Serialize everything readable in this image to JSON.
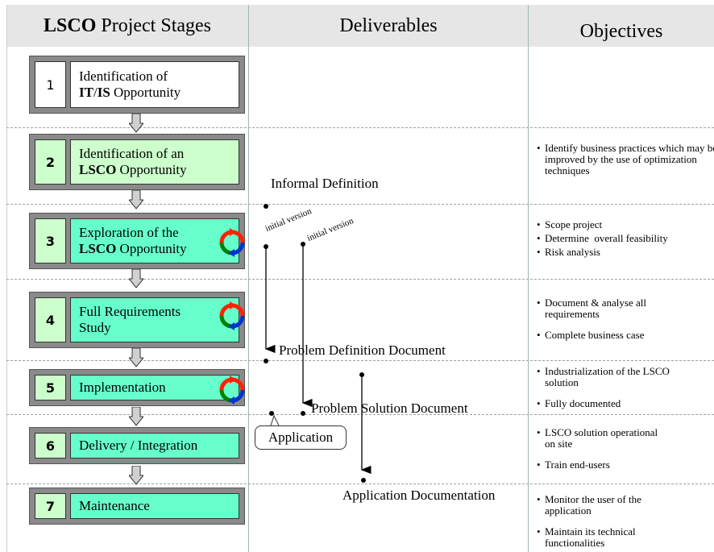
{
  "headers": {
    "stages_bold": "LSCO",
    "stages_rest": " Project Stages",
    "deliverables": "Deliverables",
    "objectives": "Objectives"
  },
  "stages": [
    {
      "number": "1",
      "line1": "Identification of",
      "line2_bold": "IT",
      "line2_sep": "/",
      "line2_bold2": "IS",
      "line2_rest": " Opportunity"
    },
    {
      "number": "2",
      "line1": "Identification of an",
      "line2_bold": "LSCO",
      "line2_rest": " Opportunity"
    },
    {
      "number": "3",
      "line1": "Exploration of the",
      "line2_bold": "LSCO",
      "line2_rest": " Opportunity"
    },
    {
      "number": "4",
      "line1": "Full Requirements",
      "line2": "Study"
    },
    {
      "number": "5",
      "label": "Implementation"
    },
    {
      "number": "6",
      "label": "Delivery / Integration"
    },
    {
      "number": "7",
      "label": "Maintenance"
    }
  ],
  "deliverables": {
    "informal_definition": "Informal Definition",
    "initial_version_1": "initial version",
    "initial_version_2": "initial version",
    "problem_definition": "Problem Definition Document",
    "problem_solution": "Problem Solution Document",
    "application": "Application",
    "application_documentation": "Application Documentation"
  },
  "objectives": {
    "stage2": [
      "Identify business practices which may be improved by the use of optimization techniques"
    ],
    "stage3": [
      "Scope project",
      "Determine  overall feasibility",
      "Risk analysis"
    ],
    "stage4": [
      "Document & analyse all requirements",
      "Complete business case"
    ],
    "stage5": [
      "Industrialization of the LSCO solution",
      "Fully documented"
    ],
    "stage6": [
      "LSCO solution operational on site",
      "Train end-users"
    ],
    "stage7": [
      "Monitor the user of the application",
      "Maintain its technical functionalities"
    ]
  },
  "colors": {
    "header_bg": "#e6e6e6",
    "stage_frame": "#8a8a8a",
    "light_green": "#ccffcc",
    "aqua_green": "#66ffcc",
    "cycle_red": "#ff2200",
    "cycle_green": "#008000",
    "cycle_blue": "#0033cc"
  },
  "icons": [
    "down-arrow-icon",
    "cycle-arrows-icon",
    "connector-dot"
  ]
}
